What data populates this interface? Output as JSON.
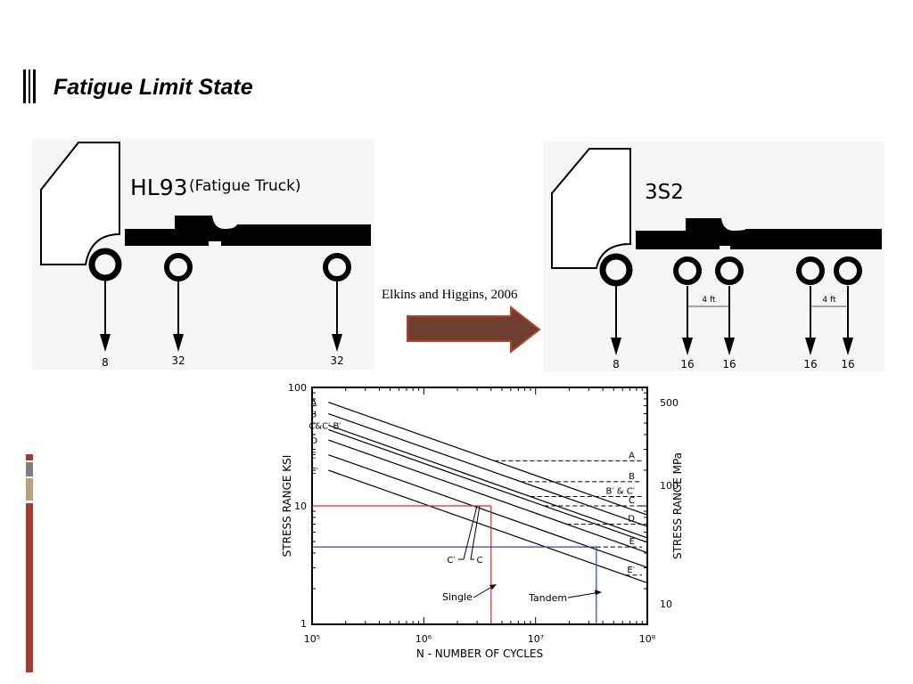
{
  "slide": {
    "title": "Fatigue Limit State",
    "citation": "Elkins and Higgins, 2006",
    "accent_colors": [
      "#a8392c",
      "#7f7f7f",
      "#b7a27b"
    ]
  },
  "trucks": {
    "left": {
      "name": "HL93",
      "subtitle": "(Fatigue Truck)",
      "loads": [
        "8",
        "32",
        "32"
      ]
    },
    "right": {
      "name": "3S2",
      "loads": [
        "8",
        "16",
        "16",
        "16",
        "16"
      ],
      "spacing_labels": [
        "4 ft",
        "4 ft"
      ]
    }
  },
  "arrow": {
    "color": "#6e3e2f",
    "border": "#b5412c"
  },
  "chart_data": {
    "type": "line",
    "xlabel": "N - NUMBER OF CYCLES",
    "ylabel_left": "STRESS RANGE KSI",
    "ylabel_right": "STRESS RANGE MPa",
    "x_scale": "log",
    "y_scale": "log",
    "xlim": [
      100000,
      100000000
    ],
    "ylim": [
      1,
      100
    ],
    "x_ticks": [
      "10⁵",
      "10⁶",
      "10⁷",
      "10⁸"
    ],
    "y_ticks_left": [
      "1",
      "10",
      "100"
    ],
    "y_ticks_right": [
      "10",
      "100",
      "500"
    ],
    "series": [
      {
        "name": "A",
        "left_label": "A",
        "start_ksi": 75,
        "cafl_ksi": 24,
        "right_label": "A"
      },
      {
        "name": "B",
        "left_label": "B",
        "start_ksi": 60,
        "cafl_ksi": 16,
        "right_label": "B"
      },
      {
        "name": "B′",
        "left_label": "C&C′ B′",
        "start_ksi": 48,
        "cafl_ksi": 12,
        "right_label": "B′ & C′"
      },
      {
        "name": "C",
        "left_label": "",
        "start_ksi": 44,
        "cafl_ksi": 10,
        "right_label": "C"
      },
      {
        "name": "D",
        "left_label": "D",
        "start_ksi": 36,
        "cafl_ksi": 7,
        "right_label": "D"
      },
      {
        "name": "E",
        "left_label": "E",
        "start_ksi": 27,
        "cafl_ksi": 4.5,
        "right_label": "E"
      },
      {
        "name": "E′",
        "left_label": "E′",
        "start_ksi": 20,
        "cafl_ksi": 2.6,
        "right_label": "E′"
      }
    ],
    "annotations": {
      "c_prime_label": "C′",
      "c_label": "C",
      "single_label": "Single",
      "tandem_label": "Tandem"
    },
    "reference_lines": [
      {
        "name": "Single",
        "color": "#e0262a",
        "stress_ksi": 10,
        "cycles": 4000000
      },
      {
        "name": "Tandem",
        "color": "#2e3fd6",
        "stress_ksi": 4.5,
        "cycles": 35000000
      }
    ]
  }
}
